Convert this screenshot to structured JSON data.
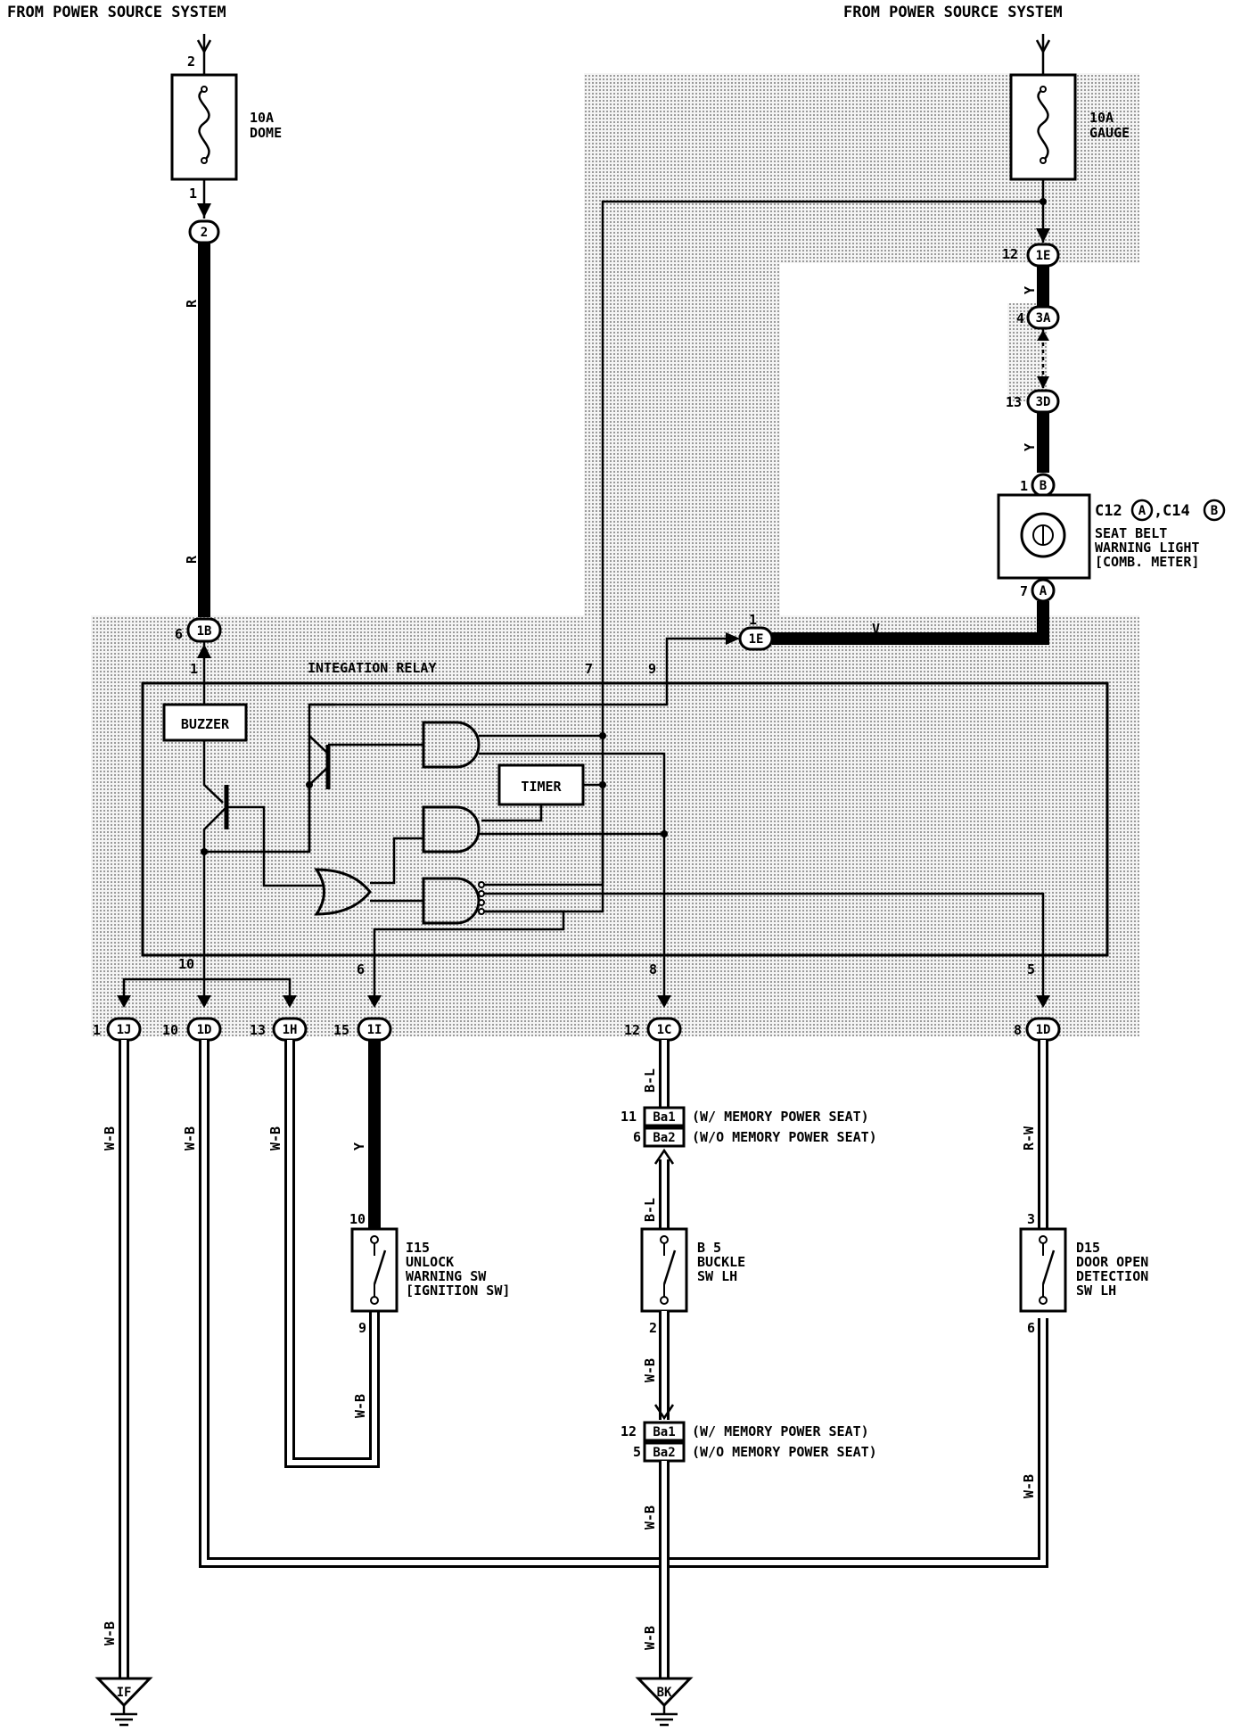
{
  "header": {
    "left_source": "FROM POWER SOURCE SYSTEM",
    "right_source": "FROM POWER SOURCE SYSTEM"
  },
  "fuses": [
    {
      "id": "fuse-dome",
      "rating": "10A",
      "name": "DOME",
      "pin_top": "2",
      "pin_bottom": "1"
    },
    {
      "id": "fuse-gauge",
      "rating": "10A",
      "name": "GAUGE"
    }
  ],
  "connectors": {
    "c2": "2",
    "c1b": "1B",
    "c1e_top": "1E",
    "c3a": "3A",
    "c3d": "3D",
    "c_b": "B",
    "c_a": "A",
    "c1e_mid": "1E",
    "c1j": "1J",
    "c1d": "1D",
    "c1h": "1H",
    "c1i": "1I",
    "c1c": "1C",
    "c1d_right": "1D"
  },
  "pins": {
    "p1b": "6",
    "p1e_top": "12",
    "p3a": "4",
    "p3d": "13",
    "p_b": "1",
    "p_a": "7",
    "p1e_mid": "1",
    "relay_1": "1",
    "relay_7": "7",
    "relay_9": "9",
    "relay_10": "10",
    "relay_6": "6",
    "relay_8": "8",
    "relay_5": "5",
    "p1j": "1",
    "p1d": "10",
    "p1h": "13",
    "p1i": "15",
    "p1c": "12",
    "p1d_right": "8",
    "sw_i15_top": "10",
    "sw_i15_bot": "9",
    "sw_b5_bot": "2",
    "sw_d15_top": "3",
    "sw_d15_bot": "6",
    "ba_top_1": "11",
    "ba_top_2": "6",
    "ba_bot_1": "12",
    "ba_bot_2": "5"
  },
  "wire_colors": {
    "r1": "R",
    "r2": "R",
    "y1": "Y",
    "y2": "Y",
    "v": "V",
    "wb1": "W-B",
    "wb2": "W-B",
    "wb3": "W-B",
    "y3": "Y",
    "wb4": "W-B",
    "bl1": "B-L",
    "bl2": "B-L",
    "wb5": "W-B",
    "wb6": "W-B",
    "wb7": "W-B",
    "rw": "R-W",
    "wb8": "W-B",
    "wb9": "W-B"
  },
  "relay": {
    "title": "INTEGATION RELAY",
    "buzzer": "BUZZER",
    "timer": "TIMER"
  },
  "meter": {
    "ref_c12": "C12",
    "ref_a": "A",
    "ref_sep": ",",
    "ref_c14": "C14",
    "ref_b": "B",
    "line1": "SEAT BELT",
    "line2": "WARNING LIGHT",
    "line3": "[COMB. METER]"
  },
  "switches": [
    {
      "id": "I15",
      "code": "I15",
      "line1": "UNLOCK",
      "line2": "WARNING SW",
      "line3": "[IGNITION SW]"
    },
    {
      "id": "B5",
      "code": "B 5",
      "line1": "BUCKLE",
      "line2": "SW LH"
    },
    {
      "id": "D15",
      "code": "D15",
      "line1": "DOOR OPEN",
      "line2": "DETECTION",
      "line3": "SW LH"
    }
  ],
  "ba_connectors": {
    "top": [
      {
        "code": "Ba1",
        "note": "(W/ MEMORY POWER SEAT)"
      },
      {
        "code": "Ba2",
        "note": "(W/O MEMORY POWER SEAT)"
      }
    ],
    "bottom": [
      {
        "code": "Ba1",
        "note": "(W/ MEMORY POWER SEAT)"
      },
      {
        "code": "Ba2",
        "note": "(W/O MEMORY POWER SEAT)"
      }
    ]
  },
  "grounds": {
    "left": "IF",
    "right": "BK"
  },
  "colors": {
    "ink": "#000000",
    "shade": "#cfcfcf",
    "paper": "#ffffff"
  }
}
